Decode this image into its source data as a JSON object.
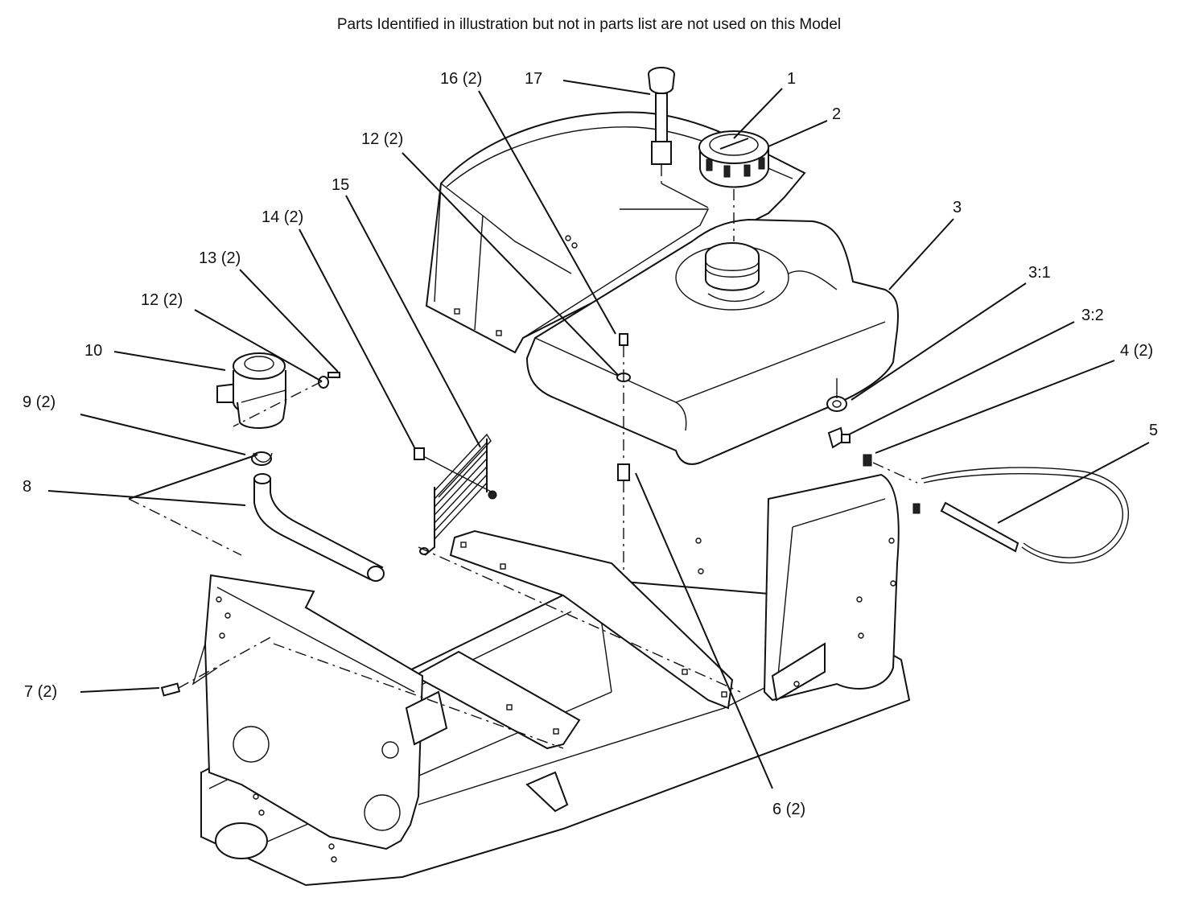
{
  "header_note": "Parts Identified  in illustration but not in parts list are not used on this Model",
  "callouts": {
    "c1": "1",
    "c2": "2",
    "c3": "3",
    "c3_1": "3:1",
    "c3_2": "3:2",
    "c4": "4 (2)",
    "c5": "5",
    "c6": "6 (2)",
    "c7": "7 (2)",
    "c8": "8",
    "c9": "9 (2)",
    "c10": "10",
    "c12a": "12 (2)",
    "c12b": "12 (2)",
    "c13": "13 (2)",
    "c14": "14 (2)",
    "c15": "15",
    "c16": "16 (2)",
    "c17": "17"
  }
}
